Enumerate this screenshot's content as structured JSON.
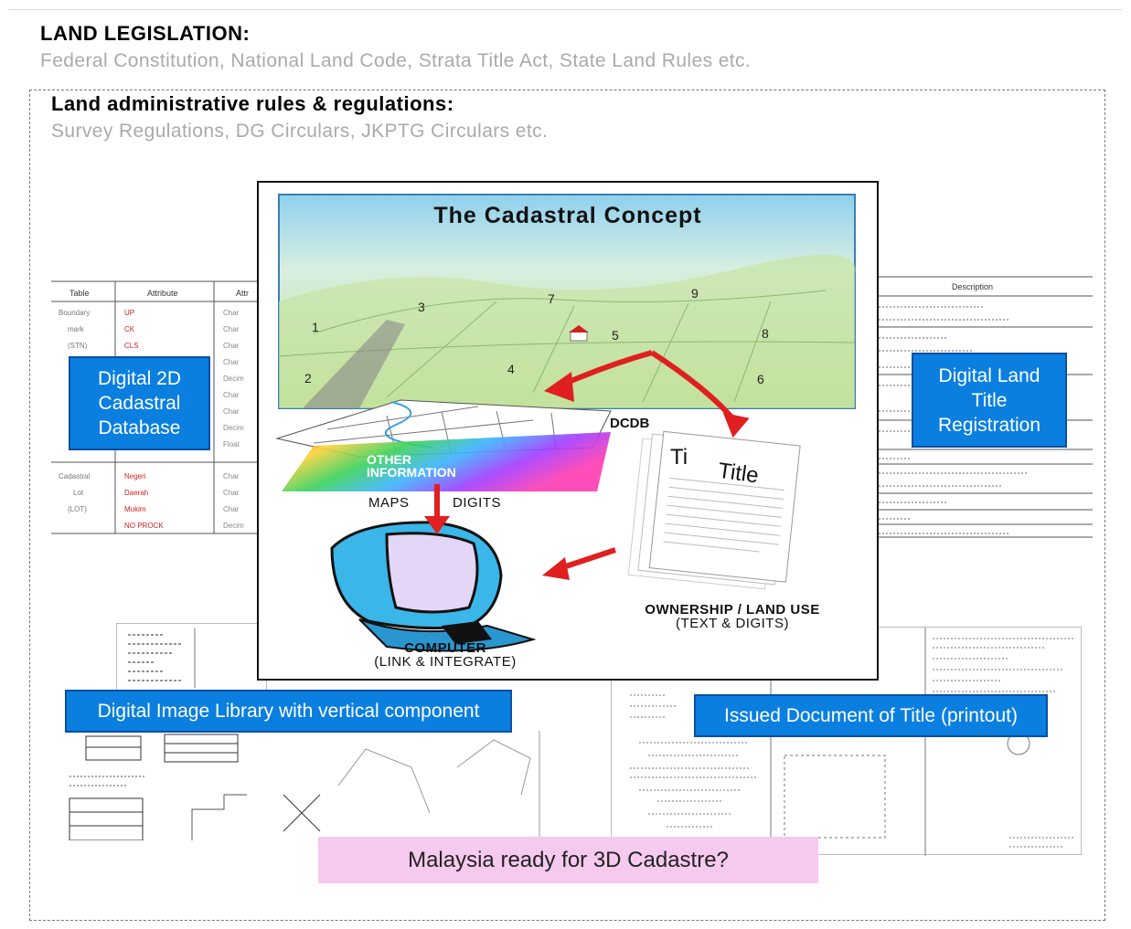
{
  "legislation": {
    "title": "LAND LEGISLATION:",
    "subtitle": "Federal Constitution, National Land Code, Strata Title Act, State Land Rules etc."
  },
  "administration": {
    "title": "Land administrative rules & regulations:",
    "subtitle": "Survey Regulations, DG Circulars, JKPTG Circulars etc."
  },
  "concept": {
    "title": "The Cadastral Concept",
    "parcels": [
      "1",
      "2",
      "3",
      "4",
      "5",
      "6",
      "7",
      "8",
      "9"
    ],
    "dcdb_label": "DCDB",
    "other_info_line1": "OTHER",
    "other_info_line2": "INFORMATION",
    "maps_label_1": "MAPS",
    "maps_label_2": "DIGITS",
    "title_doc_1": "Ti",
    "title_doc_2": "Title",
    "ownership_line1": "OWNERSHIP / LAND USE",
    "ownership_line2": "(TEXT & DIGITS)",
    "computer_line1": "COMPUTER",
    "computer_line2": "(LINK & INTEGRATE)"
  },
  "boxes": {
    "digital_2d": [
      "Digital 2D",
      "Cadastral",
      "Database"
    ],
    "digital_land_title": [
      "Digital Land",
      "Title",
      "Registration"
    ],
    "image_library": "Digital Image Library with vertical component",
    "issued_document": "Issued Document of Title (printout)"
  },
  "question": "Malaysia ready for 3D Cadastre?",
  "left_table": {
    "headers": [
      "Table",
      "Attribute",
      "Attr"
    ],
    "groups": [
      {
        "table": [
          "Boundary",
          "mark",
          "(STN)"
        ],
        "attrs": [
          "UP",
          "CK",
          "CLS"
        ]
      },
      {
        "table": [
          "Cadastral",
          "Lot",
          "(LOT)"
        ],
        "attrs": [
          "Negeri",
          "Daerah",
          "Mukim",
          "NO PROCK"
        ]
      }
    ]
  },
  "right_table": {
    "header": "Description"
  },
  "colors": {
    "blue_box": "#0a7fe0",
    "pink_box": "#f6c9ee",
    "arrow_red": "#e02020",
    "grey_text": "#aaaaaa"
  }
}
